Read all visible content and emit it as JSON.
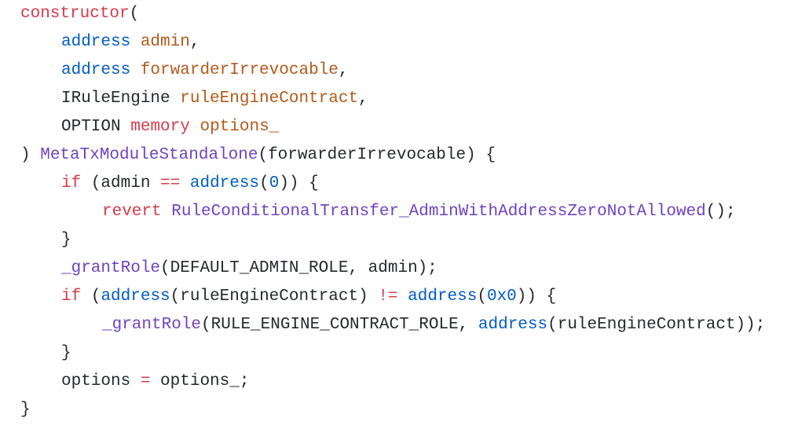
{
  "code": {
    "language": "solidity",
    "lines": [
      {
        "indent": 0,
        "tokens": [
          {
            "t": "constructor",
            "k": "keyword"
          },
          {
            "t": "(",
            "k": "plain"
          }
        ]
      },
      {
        "indent": 1,
        "tokens": [
          {
            "t": "address",
            "k": "type"
          },
          {
            "t": " ",
            "k": "plain"
          },
          {
            "t": "admin",
            "k": "param"
          },
          {
            "t": ",",
            "k": "plain"
          }
        ]
      },
      {
        "indent": 1,
        "tokens": [
          {
            "t": "address",
            "k": "type"
          },
          {
            "t": " ",
            "k": "plain"
          },
          {
            "t": "forwarderIrrevocable",
            "k": "param"
          },
          {
            "t": ",",
            "k": "plain"
          }
        ]
      },
      {
        "indent": 1,
        "tokens": [
          {
            "t": "IRuleEngine",
            "k": "plain"
          },
          {
            "t": " ",
            "k": "plain"
          },
          {
            "t": "ruleEngineContract",
            "k": "param"
          },
          {
            "t": ",",
            "k": "plain"
          }
        ]
      },
      {
        "indent": 1,
        "tokens": [
          {
            "t": "OPTION",
            "k": "plain"
          },
          {
            "t": " ",
            "k": "plain"
          },
          {
            "t": "memory",
            "k": "keyword"
          },
          {
            "t": " ",
            "k": "plain"
          },
          {
            "t": "options_",
            "k": "param"
          }
        ]
      },
      {
        "indent": 0,
        "tokens": [
          {
            "t": ") ",
            "k": "plain"
          },
          {
            "t": "MetaTxModuleStandalone",
            "k": "func"
          },
          {
            "t": "(forwarderIrrevocable) {",
            "k": "plain"
          }
        ]
      },
      {
        "indent": 1,
        "tokens": [
          {
            "t": "if",
            "k": "keyword"
          },
          {
            "t": " (admin ",
            "k": "plain"
          },
          {
            "t": "==",
            "k": "operator"
          },
          {
            "t": " ",
            "k": "plain"
          },
          {
            "t": "address",
            "k": "type"
          },
          {
            "t": "(",
            "k": "plain"
          },
          {
            "t": "0",
            "k": "number"
          },
          {
            "t": ")) {",
            "k": "plain"
          }
        ]
      },
      {
        "indent": 2,
        "tokens": [
          {
            "t": "revert",
            "k": "keyword"
          },
          {
            "t": " ",
            "k": "plain"
          },
          {
            "t": "RuleConditionalTransfer_AdminWithAddressZeroNotAllowed",
            "k": "func"
          },
          {
            "t": "();",
            "k": "plain"
          }
        ]
      },
      {
        "indent": 1,
        "tokens": [
          {
            "t": "}",
            "k": "plain"
          }
        ]
      },
      {
        "indent": 1,
        "tokens": [
          {
            "t": "_grantRole",
            "k": "func"
          },
          {
            "t": "(DEFAULT_ADMIN_ROLE, admin);",
            "k": "plain"
          }
        ]
      },
      {
        "indent": 1,
        "tokens": [
          {
            "t": "if",
            "k": "keyword"
          },
          {
            "t": " (",
            "k": "plain"
          },
          {
            "t": "address",
            "k": "type"
          },
          {
            "t": "(ruleEngineContract) ",
            "k": "plain"
          },
          {
            "t": "!=",
            "k": "operator"
          },
          {
            "t": " ",
            "k": "plain"
          },
          {
            "t": "address",
            "k": "type"
          },
          {
            "t": "(",
            "k": "plain"
          },
          {
            "t": "0x0",
            "k": "number"
          },
          {
            "t": ")) {",
            "k": "plain"
          }
        ]
      },
      {
        "indent": 2,
        "tokens": [
          {
            "t": "_grantRole",
            "k": "func"
          },
          {
            "t": "(RULE_ENGINE_CONTRACT_ROLE, ",
            "k": "plain"
          },
          {
            "t": "address",
            "k": "type"
          },
          {
            "t": "(ruleEngineContract));",
            "k": "plain"
          }
        ]
      },
      {
        "indent": 1,
        "tokens": [
          {
            "t": "}",
            "k": "plain"
          }
        ]
      },
      {
        "indent": 1,
        "tokens": [
          {
            "t": "options ",
            "k": "plain"
          },
          {
            "t": "=",
            "k": "operator"
          },
          {
            "t": " options_;",
            "k": "plain"
          }
        ]
      },
      {
        "indent": 0,
        "tokens": [
          {
            "t": "}",
            "k": "plain"
          }
        ]
      }
    ]
  },
  "colors": {
    "background": "#ffffff",
    "plain": "#24292e",
    "keyword": "#d73a49",
    "type": "#005cc5",
    "param": "#b35a1a",
    "func": "#6f42c1",
    "number": "#005cc5",
    "operator": "#d73a49"
  }
}
